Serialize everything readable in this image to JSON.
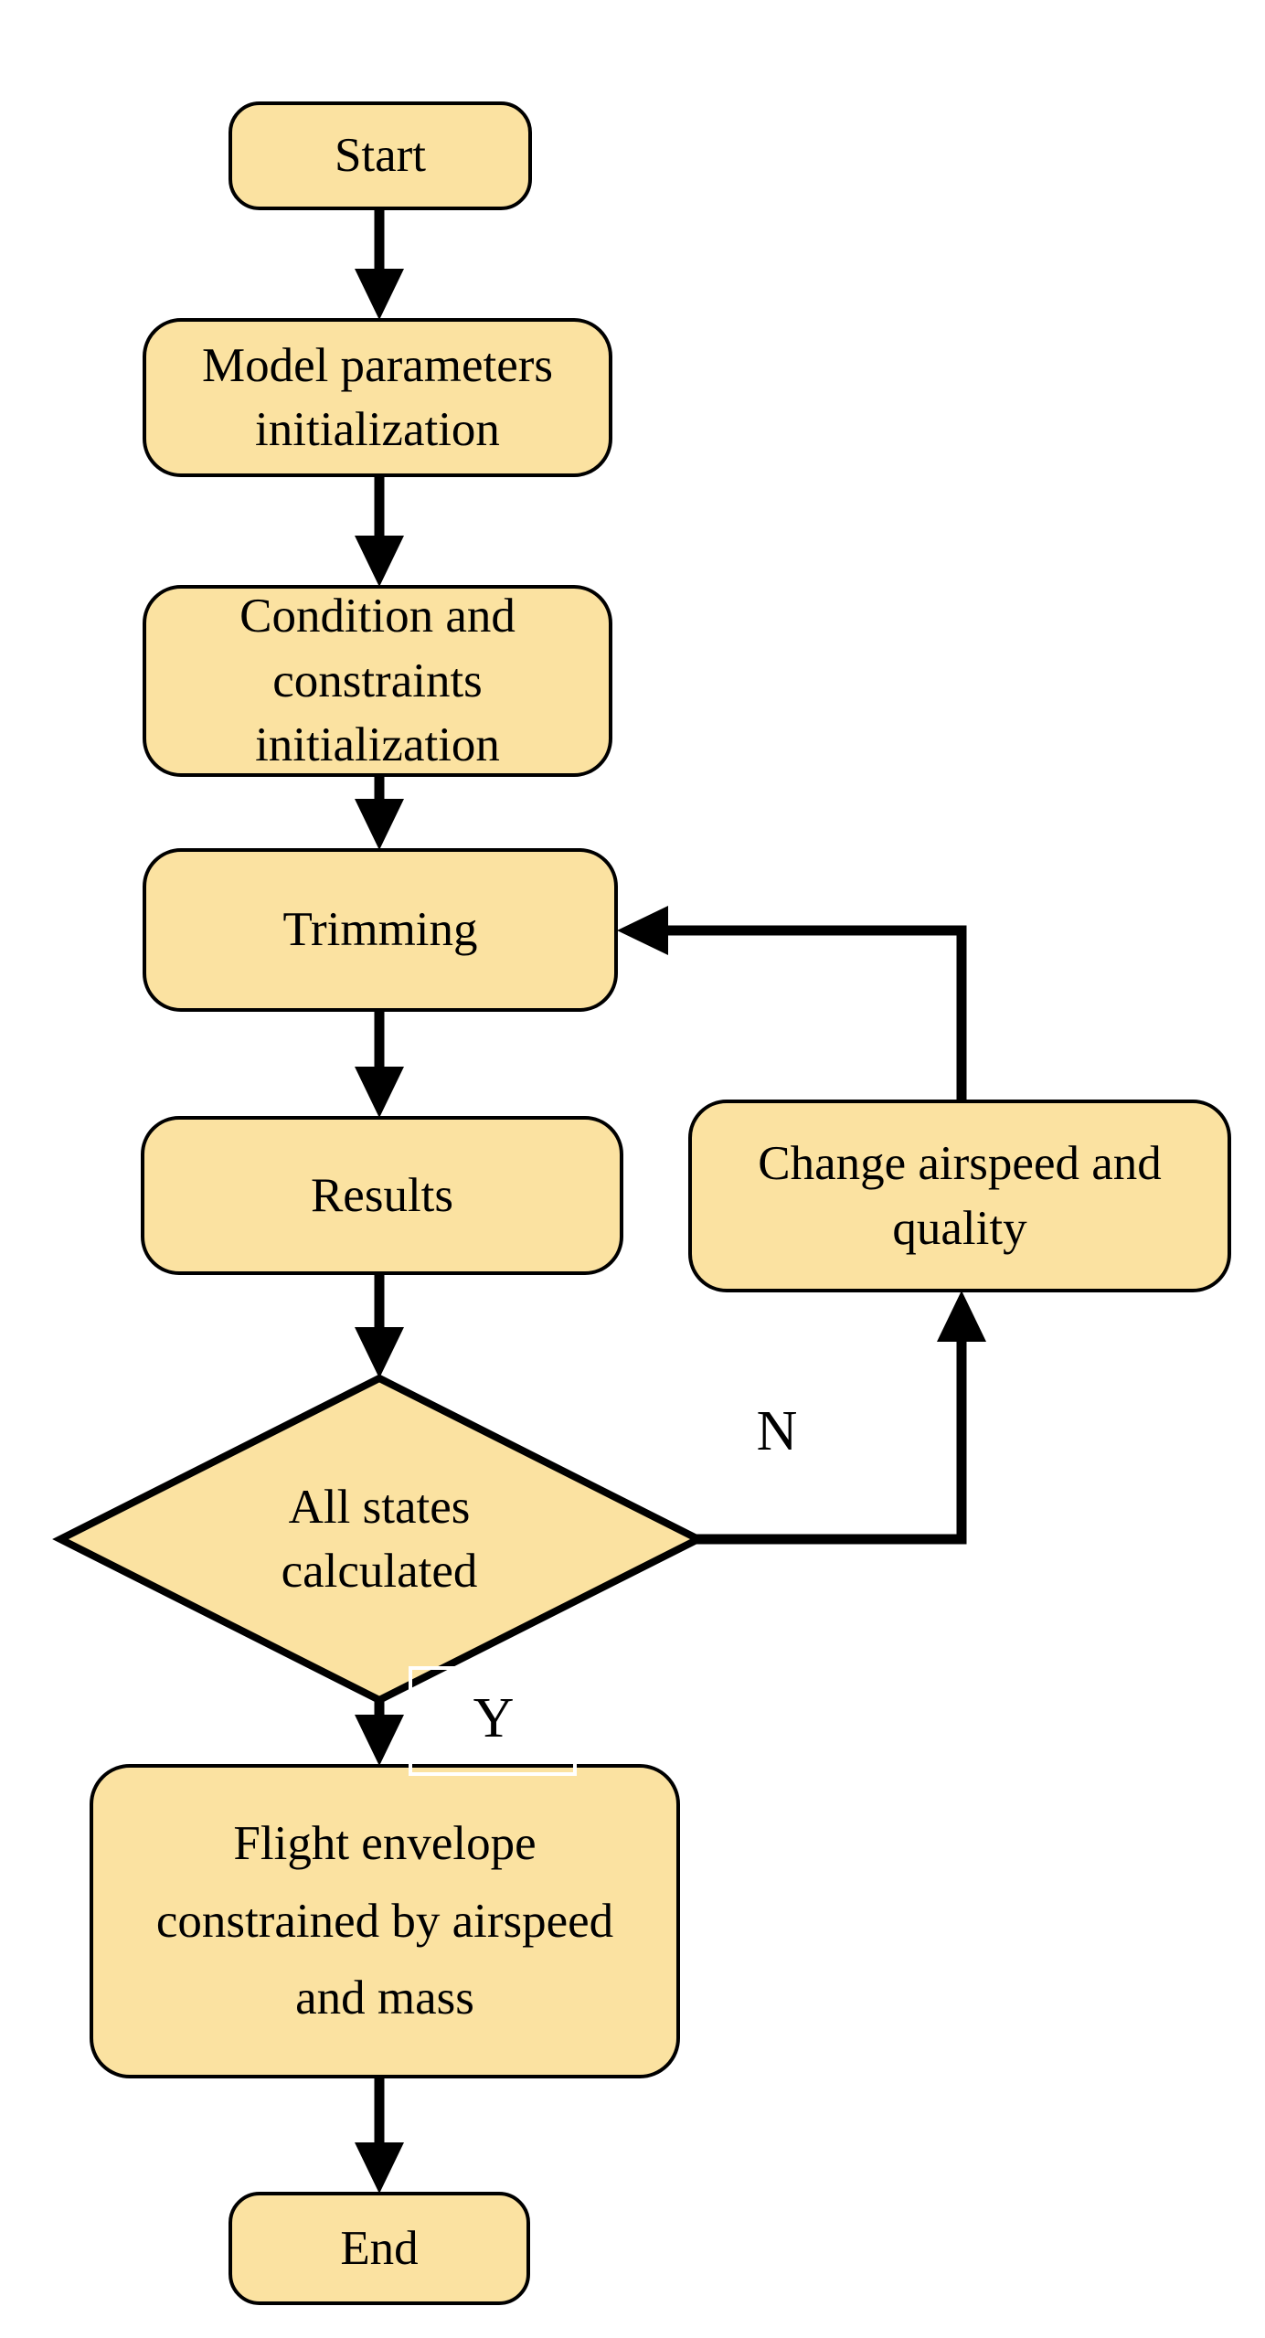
{
  "colors": {
    "background": "#ffffff",
    "shape_fill": "#fbe2a1",
    "shape_border": "#000000",
    "connector": "#000000",
    "text": "#000000"
  },
  "nodes": {
    "start": {
      "type": "terminator",
      "label": "Start"
    },
    "model_params": {
      "type": "process",
      "label": "Model parameters\ninitialization"
    },
    "condition_constraints": {
      "type": "process",
      "label": "Condition and\nconstraints\ninitialization"
    },
    "trimming": {
      "type": "process",
      "label": "Trimming"
    },
    "results": {
      "type": "process",
      "label": "Results"
    },
    "all_states_calculated": {
      "type": "decision",
      "label": "All states\ncalculated"
    },
    "change_airspeed": {
      "type": "process",
      "label": "Change airspeed and\nquality"
    },
    "flight_envelope": {
      "type": "process",
      "label": "Flight envelope\nconstrained by airspeed\nand mass"
    },
    "end": {
      "type": "terminator",
      "label": "End"
    }
  },
  "edge_labels": {
    "no_label": "N",
    "yes_label": "Y"
  }
}
